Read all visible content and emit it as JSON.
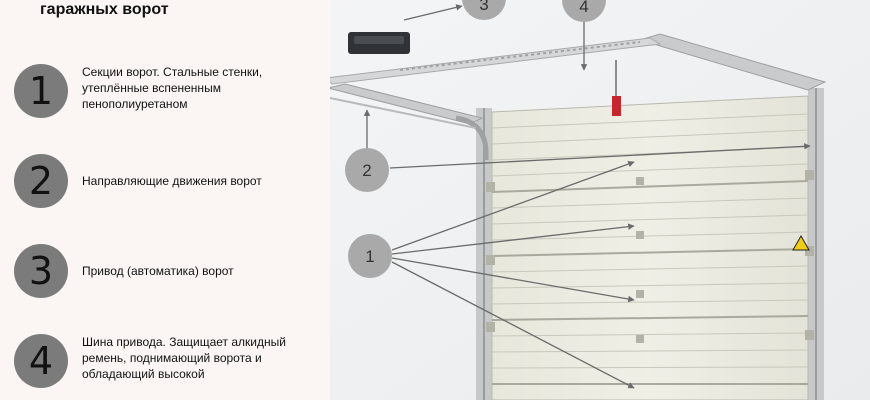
{
  "title": "гаражных ворот",
  "legend": [
    {
      "number": "1",
      "text": "Секции ворот. Стальные стенки, утеплённые вспененным пенополиуретаном"
    },
    {
      "number": "2",
      "text": "Направляющие движения ворот"
    },
    {
      "number": "3",
      "text": "Привод (автоматика) ворот"
    },
    {
      "number": "4",
      "text": "Шина привода. Защищает алкидный ремень, поднимающий ворота и обладающий высокой"
    }
  ],
  "callouts": {
    "c1": "1",
    "c2": "2",
    "c3": "3",
    "c4": "4"
  },
  "colors": {
    "panel": "#fbf6f4",
    "circle": "#7b7b7b",
    "callout": "#a9a9a9",
    "door": "#ebebe0",
    "rail": "#c9cbcd"
  }
}
